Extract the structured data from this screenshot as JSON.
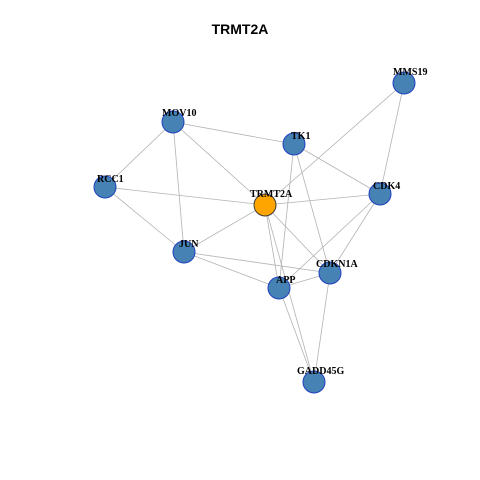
{
  "title": "TRMT2A",
  "colors": {
    "node_fill": "#4682b4",
    "center_fill": "#ffa500",
    "edge": "#b3b3b3"
  },
  "nodes": [
    {
      "id": "MMS19",
      "label": "MMS19"
    },
    {
      "id": "MOV10",
      "label": "MOV10"
    },
    {
      "id": "TK1",
      "label": "TK1"
    },
    {
      "id": "RCC1",
      "label": "RCC1"
    },
    {
      "id": "TRMT2A",
      "label": "TRMT2A",
      "center": true
    },
    {
      "id": "CDK4",
      "label": "CDK4"
    },
    {
      "id": "JUN",
      "label": "JUN"
    },
    {
      "id": "CDKN1A",
      "label": "CDKN1A"
    },
    {
      "id": "APP",
      "label": "APP"
    },
    {
      "id": "GADD45G",
      "label": "GADD45G"
    }
  ],
  "edges": [
    [
      "MOV10",
      "TK1"
    ],
    [
      "MOV10",
      "RCC1"
    ],
    [
      "MOV10",
      "TRMT2A"
    ],
    [
      "MOV10",
      "JUN"
    ],
    [
      "MMS19",
      "TRMT2A"
    ],
    [
      "MMS19",
      "CDK4"
    ],
    [
      "TK1",
      "CDK4"
    ],
    [
      "TK1",
      "APP"
    ],
    [
      "TK1",
      "CDKN1A"
    ],
    [
      "RCC1",
      "TRMT2A"
    ],
    [
      "RCC1",
      "JUN"
    ],
    [
      "TRMT2A",
      "CDK4"
    ],
    [
      "TRMT2A",
      "JUN"
    ],
    [
      "TRMT2A",
      "APP"
    ],
    [
      "TRMT2A",
      "CDKN1A"
    ],
    [
      "TRMT2A",
      "GADD45G"
    ],
    [
      "CDK4",
      "CDKN1A"
    ],
    [
      "CDK4",
      "APP"
    ],
    [
      "JUN",
      "APP"
    ],
    [
      "JUN",
      "CDKN1A"
    ],
    [
      "APP",
      "CDKN1A"
    ],
    [
      "APP",
      "GADD45G"
    ],
    [
      "CDKN1A",
      "GADD45G"
    ]
  ]
}
